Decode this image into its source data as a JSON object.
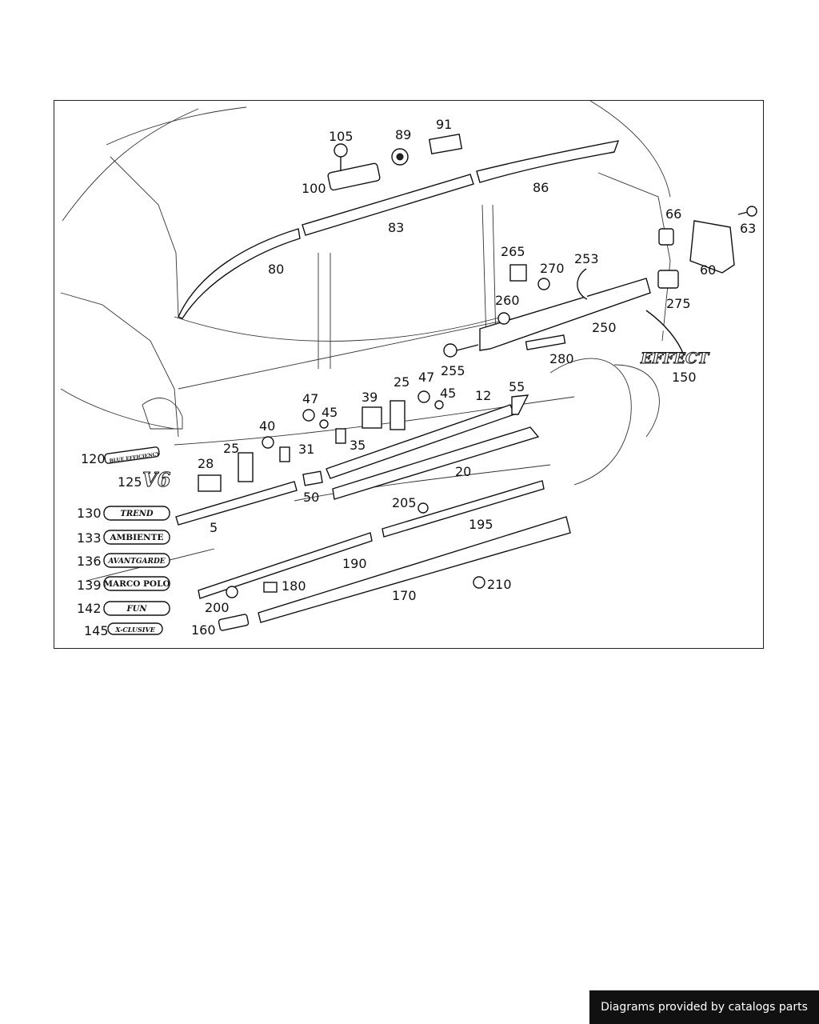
{
  "callouts": {
    "c105": "105",
    "c89": "89",
    "c91": "91",
    "c100": "100",
    "c86": "86",
    "c83": "83",
    "c80": "80",
    "c66": "66",
    "c63": "63",
    "c60": "60",
    "c265": "265",
    "c270": "270",
    "c253": "253",
    "c275": "275",
    "c260": "260",
    "c250": "250",
    "c255": "255",
    "c280": "280",
    "c150": "150",
    "c47a": "47",
    "c45a": "45",
    "c39": "39",
    "c25a": "25",
    "c47b": "47",
    "c45b": "45",
    "c12": "12",
    "c55": "55",
    "c40": "40",
    "c25b": "25",
    "c31": "31",
    "c35": "35",
    "c28": "28",
    "c20": "20",
    "c50": "50",
    "c205": "205",
    "c195": "195",
    "c5": "5",
    "c190": "190",
    "c180": "180",
    "c170": "170",
    "c210": "210",
    "c200": "200",
    "c160": "160",
    "c120": "120",
    "c125": "125",
    "c130": "130",
    "c133": "133",
    "c136": "136",
    "c139": "139",
    "c142": "142",
    "c145": "145"
  },
  "badges": {
    "effect": "EFFECT",
    "blue_efficiency": "BLUE EFFICIENCY",
    "v6": "V6",
    "trend": "TREND",
    "ambiente": "AMBIENTE",
    "avantgarde": "AVANTGARDE",
    "marco_polo": "MARCO POLO",
    "fun": "FUN",
    "x_clusive": "X-CLUSIVE"
  },
  "footer": {
    "text": "Diagrams provided by catalogs parts"
  }
}
